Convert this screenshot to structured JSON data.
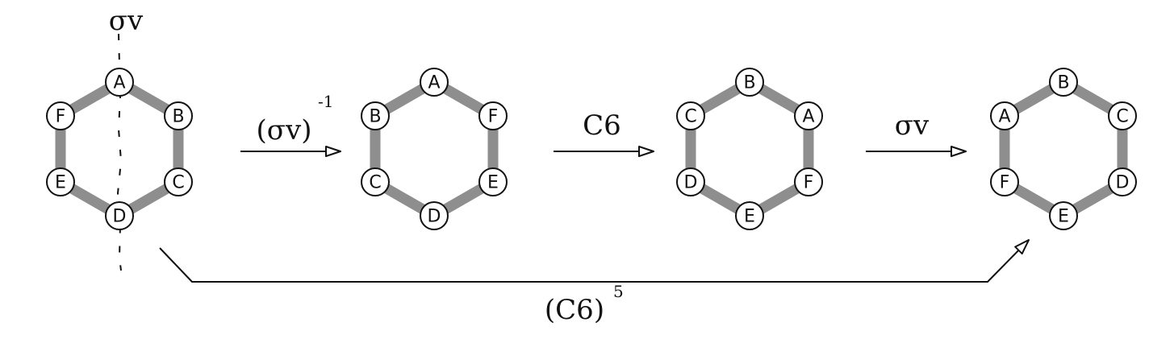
{
  "sigma_label": "σv",
  "molecules": [
    {
      "name": "initial",
      "nodes": [
        "A",
        "B",
        "C",
        "D",
        "E",
        "F"
      ]
    },
    {
      "name": "after-sigma-inv",
      "nodes": [
        "A",
        "F",
        "E",
        "D",
        "C",
        "B"
      ]
    },
    {
      "name": "after-c6",
      "nodes": [
        "B",
        "A",
        "F",
        "E",
        "D",
        "C"
      ]
    },
    {
      "name": "final",
      "nodes": [
        "B",
        "C",
        "D",
        "E",
        "F",
        "A"
      ]
    }
  ],
  "operations": [
    {
      "name": "sigma-inverse",
      "base": "(σv)",
      "superscript": "-1"
    },
    {
      "name": "c6",
      "base": "C6",
      "superscript": ""
    },
    {
      "name": "sigma",
      "base": "σv",
      "superscript": ""
    }
  ],
  "bottom_operation": {
    "base": "(C6)",
    "superscript": "5"
  },
  "colors": {
    "bond": "#8e8e8e",
    "line": "#111111",
    "node_fill": "#ffffff"
  }
}
